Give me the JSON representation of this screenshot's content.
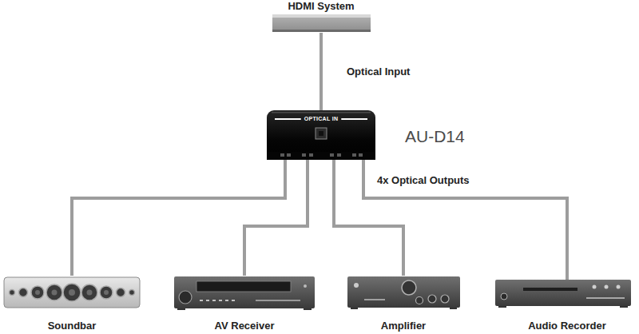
{
  "diagram": {
    "nodes": [
      {
        "text": [
          "HDMI System"
        ]
      },
      {
        "text": [
          "OPTICAL IN"
        ]
      },
      {
        "text": [
          "Soundbar"
        ]
      },
      {
        "text": [
          "AV Receiver"
        ]
      },
      {
        "text": [
          "Amplifier"
        ]
      },
      {
        "text": [
          "Audio Recorder"
        ]
      }
    ],
    "edges": [
      {
        "from": 0,
        "to": 1,
        "label": "Optical Input",
        "arrow": "none"
      },
      {
        "from": 1,
        "to": 2,
        "arrow": "none"
      },
      {
        "from": 1,
        "to": 3,
        "arrow": "none"
      },
      {
        "from": 1,
        "to": 4,
        "arrow": "none"
      },
      {
        "from": 1,
        "to": 5,
        "arrow": "none"
      }
    ],
    "labels": [
      "AU-D14",
      "4x Optical Outputs"
    ]
  }
}
